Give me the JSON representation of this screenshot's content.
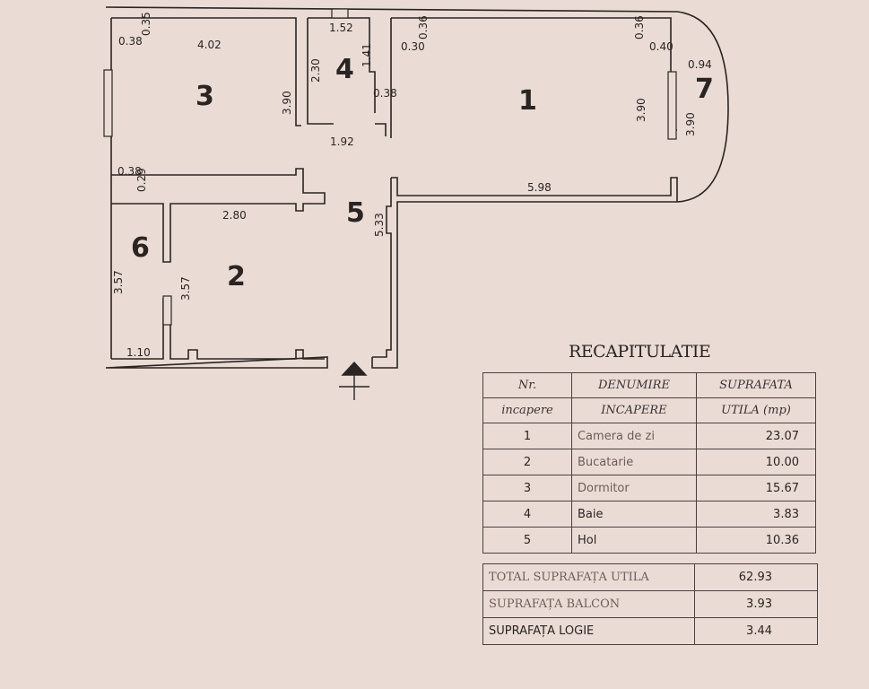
{
  "rooms": {
    "r1": "1",
    "r2": "2",
    "r3": "3",
    "r4": "4",
    "r5": "5",
    "r6": "6",
    "r7": "7"
  },
  "dimensions": {
    "d_4_02": "4.02",
    "d_0_38a": "0.38",
    "d_0_35": "0.35",
    "d_1_52": "1.52",
    "d_2_30": "2.30",
    "d_1_41": "1.41",
    "d_0_38b": "0.38",
    "d_3_90a": "3.90",
    "d_1_92": "1.92",
    "d_0_30": "0.30",
    "d_0_36a": "0.36",
    "d_0_36b": "0.36",
    "d_0_40": "0.40",
    "d_0_94": "0.94",
    "d_3_90b": "3.90",
    "d_3_90c": "3.90",
    "d_0_38c": "0.38",
    "d_0_29": "0.29",
    "d_5_98": "5.98",
    "d_2_80": "2.80",
    "d_5_33": "5.33",
    "d_3_57a": "3.57",
    "d_3_57b": "3.57",
    "d_1_10": "1.10"
  },
  "recap": {
    "title": "RECAPITULATIE",
    "headers": [
      [
        "Nr.",
        "incapere"
      ],
      [
        "DENUMIRE",
        "INCAPERE"
      ],
      [
        "SUPRAFATA",
        "UTILA (mp)"
      ]
    ],
    "rows": [
      {
        "nr": "1",
        "name": "Camera de zi",
        "area": "23.07"
      },
      {
        "nr": "2",
        "name": "Bucatarie",
        "area": "10.00"
      },
      {
        "nr": "3",
        "name": "Dormitor",
        "area": "15.67"
      },
      {
        "nr": "4",
        "name": "Baie",
        "area": "3.83"
      },
      {
        "nr": "5",
        "name": "Hol",
        "area": "10.36"
      }
    ],
    "totals": [
      {
        "label": "TOTAL SUPRAFAȚA UTILA",
        "value": "62.93"
      },
      {
        "label": "SUPRAFAȚA BALCON",
        "value": "3.93"
      },
      {
        "label": "SUPRAFAȚA LOGIE",
        "value": "3.44"
      }
    ]
  }
}
